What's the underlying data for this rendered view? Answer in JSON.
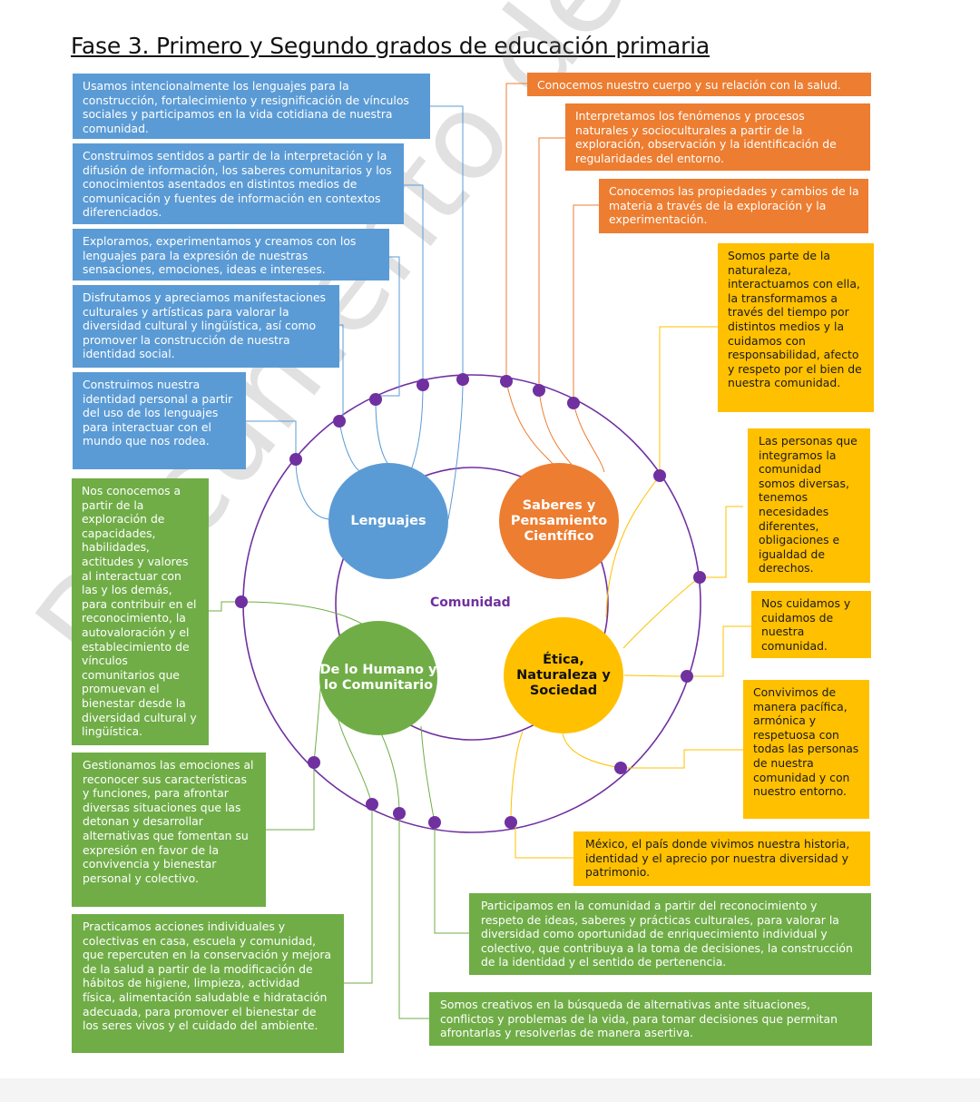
{
  "title": "Fase 3. Primero y Segundo grados de educación primaria",
  "watermark": "Documento de trabajo",
  "center_label": "Comunidad",
  "fields": {
    "lenguajes": "Lenguajes",
    "saberes": "Saberes y Pensamiento Científico",
    "etica": "Ética, Naturaleza y Sociedad",
    "humano": "De lo Humano y lo Comunitario"
  },
  "colors": {
    "blue": "#5b9bd5",
    "orange": "#ed7d31",
    "yellow": "#ffc000",
    "green": "#70ad47",
    "purple": "#7030a0"
  },
  "boxes": {
    "blue": [
      "Usamos intencionalmente los lenguajes para la construcción, fortalecimiento y resignificación de vínculos sociales y participamos en la vida cotidiana de nuestra comunidad.",
      "Construimos sentidos a partir de la interpretación y la difusión de información, los saberes comunitarios y los conocimientos asentados en distintos medios de comunicación y fuentes de información en contextos diferenciados.",
      "Exploramos, experimentamos y creamos con los lenguajes para la expresión de nuestras sensaciones, emociones, ideas e intereses.",
      "Disfrutamos y apreciamos manifestaciones culturales y artísticas para valorar la diversidad cultural y lingüística, así como promover la construcción de nuestra identidad social.",
      "Construimos nuestra identidad personal a partir del uso de los lenguajes para interactuar con el mundo que nos rodea."
    ],
    "orange": [
      "Conocemos nuestro cuerpo y su relación con la salud.",
      "Interpretamos los fenómenos y procesos naturales y socioculturales a partir de la exploración, observación y la identificación de regularidades del entorno.",
      "Conocemos las propiedades y cambios de la materia a través de la exploración y la experimentación."
    ],
    "yellow": [
      "Somos parte de la naturaleza, interactuamos con ella, la transformamos a través del tiempo por distintos medios y la cuidamos con responsabilidad, afecto y respeto por el bien de nuestra comunidad.",
      "Las personas que integramos la comunidad somos diversas, tenemos necesidades diferentes, obligaciones e igualdad de derechos.",
      "Nos cuidamos y cuidamos de nuestra comunidad.",
      "Convivimos de manera pacífica, armónica y respetuosa con todas las personas de nuestra comunidad y con nuestro entorno.",
      "México, el país donde vivimos nuestra historia, identidad y el aprecio por nuestra diversidad y patrimonio."
    ],
    "green": [
      "Nos conocemos a partir de la exploración de capacidades, habilidades, actitudes y valores al interactuar con las y los demás, para contribuir en el reconocimiento, la autovaloración y el establecimiento de vínculos comunitarios que promuevan el bienestar desde la diversidad cultural y lingüística.",
      "Gestionamos las emociones al reconocer sus características y funciones, para afrontar diversas situaciones que las detonan y desarrollar alternativas que fomentan su expresión en favor de la convivencia y bienestar personal y colectivo.",
      "Practicamos acciones individuales y colectivas en casa, escuela y comunidad, que repercuten en la conservación y mejora de la salud a partir de la modificación de hábitos de higiene, limpieza, actividad física, alimentación saludable e hidratación adecuada, para promover el bienestar de los seres vivos y el cuidado del ambiente.",
      "Participamos en la comunidad a partir del reconocimiento y respeto de ideas, saberes y prácticas culturales, para valorar la diversidad como oportunidad de enriquecimiento individual y colectivo, que contribuya a la toma de decisiones, la construcción de la identidad y el sentido de pertenencia.",
      "Somos creativos en la búsqueda de alternativas ante situaciones, conflictos y problemas de la vida, para tomar decisiones que permitan afrontarlas y resolverlas de manera asertiva."
    ]
  }
}
